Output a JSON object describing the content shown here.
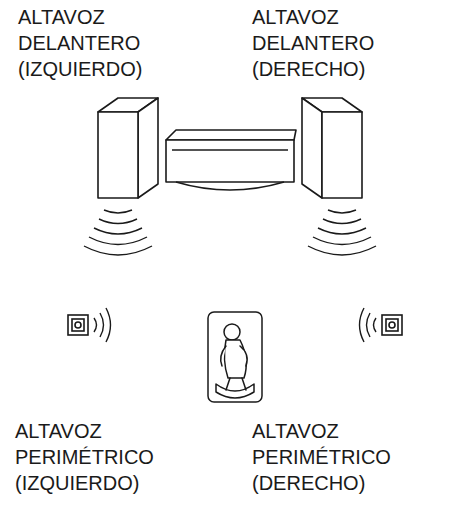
{
  "diagram": {
    "labels": [
      "ALTAVOZ DELANTERO (IZQUIERDO)",
      "ALTAVOZ DELANTERO (DERECHO)",
      "ALTAVOZ PERIMÉTRICO (IZQUIERDO)",
      "ALTAVOZ PERIMÉTRICO (DERECHO)"
    ]
  }
}
